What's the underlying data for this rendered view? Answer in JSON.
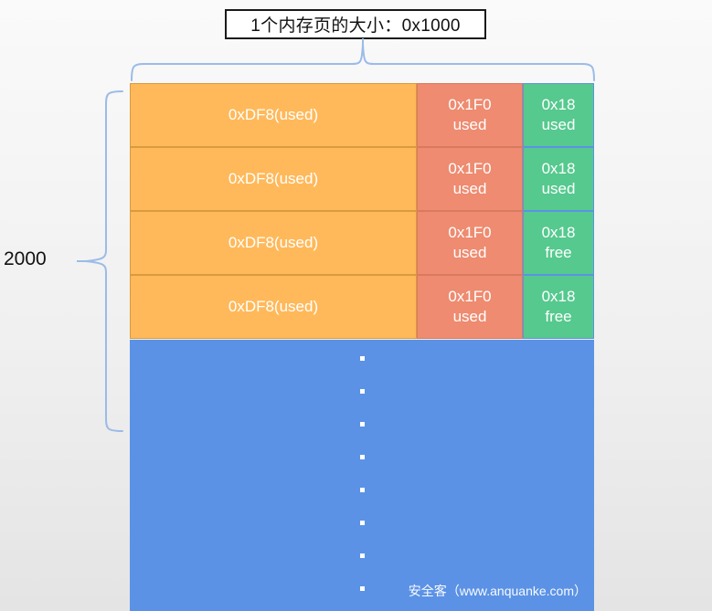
{
  "diagram": {
    "title_box": {
      "text": "1个内存页的大小：0x1000"
    },
    "left_label": "2000",
    "watermark": "安全客（www.anquanke.com）",
    "colors": {
      "chunk_used": "#ffb95a",
      "chunk_mid": "#ee8b70",
      "chunk_tail_green": "#55c98e",
      "free_region": "#5b92e5",
      "brace": "#9cbbe8",
      "title_border": "#1a1a1a",
      "background": "#f0f0f0"
    },
    "rows": [
      {
        "main": {
          "line1": "0xDF8(used)",
          "line2": ""
        },
        "mid": {
          "line1": "0x1F0",
          "line2": "used"
        },
        "tail": {
          "line1": "0x18",
          "line2": "used"
        }
      },
      {
        "main": {
          "line1": "0xDF8(used)",
          "line2": ""
        },
        "mid": {
          "line1": "0x1F0",
          "line2": "used"
        },
        "tail": {
          "line1": "0x18",
          "line2": "used"
        }
      },
      {
        "main": {
          "line1": "0xDF8(used)",
          "line2": ""
        },
        "mid": {
          "line1": "0x1F0",
          "line2": "used"
        },
        "tail": {
          "line1": "0x18",
          "line2": "free"
        }
      },
      {
        "main": {
          "line1": "0xDF8(used)",
          "line2": ""
        },
        "mid": {
          "line1": "0x1F0",
          "line2": "used"
        },
        "tail": {
          "line1": "0x18",
          "line2": "free"
        }
      }
    ],
    "ellipsis_dots": [
      18,
      54,
      90,
      126,
      162,
      198,
      234,
      270
    ]
  }
}
